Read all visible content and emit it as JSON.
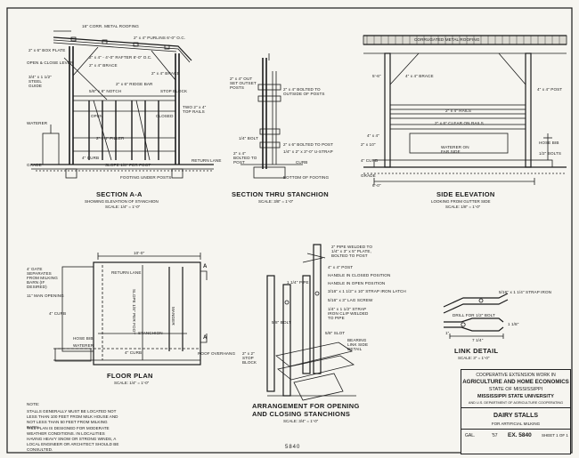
{
  "section_a": {
    "title": "SECTION A-A",
    "subtitle": "SHOWING ELEVATION OF STANCHION",
    "scale": "SCALE: 1/4\" = 1'-0\"",
    "labels": {
      "roofing": "16\" CORR. METAL ROOFING",
      "box_plate": "2\" x 6\" BOX PLATE",
      "purlins": "2\" x 4\" PURLINS  6'-0\" O.C.",
      "rafter": "2\" x 4\" - 4'-0\" RAFTER 8'-0\" O.C.",
      "brace": "2\" x 4\" BRACE",
      "brace2": "2\" x 4\" BRACE",
      "open_close": "OPEN & CLOSE LEVER",
      "steel_guide": "3/4\" x 1 1/2\" STEEL GUIDE",
      "ridge": "2\" x 6\" RIDGE BAR",
      "notch": "5/8\" x 8\" NOTCH",
      "stop_block": "STOP BLOCK",
      "top_rails": "TWO 2\" x 4\" TOP RAILS",
      "open": "OPEN",
      "closed": "CLOSED",
      "filler": "2\" x 4\" FILLER",
      "waterer": "WATERER",
      "curb": "4\" CURB",
      "slope": "SLOPE 1/8\" PER FOOT",
      "grade": "GRADE",
      "return_lane": "RETURN LANE",
      "footing": "FOOTING UNDER POSTS"
    }
  },
  "stanchion": {
    "title": "SECTION THRU STANCHION",
    "scale": "SCALE: 3/8\" = 1'-0\"",
    "labels": {
      "outset_posts": "2\" x 4\" OUT SET OUTSET POSTS",
      "bolted_outside": "2\" x 4\" BOLTED TO OUTSIDE OF POSTS",
      "bolt": "1/4\" BOLT",
      "bolted_post": "2\" x 6\" BOLTED TO POST",
      "strap": "1/4\" x 2\" x 3\"-0\" U-STRAP",
      "curb": "CURB",
      "bottom_footing": "BOTTOM OF FOOTING",
      "bolted_post2": "2\" x 4\" BOLTED TO POST"
    }
  },
  "side_elevation": {
    "title": "SIDE ELEVATION",
    "subtitle": "LOOKING FROM GUTTER SIDE",
    "scale": "SCALE: 1/8\" = 1'-0\"",
    "labels": {
      "roofing": "CORRUGATED METAL ROOFING",
      "brace": "4\" x 4\" BRACE",
      "post": "4\" x 4\" POST",
      "rails": "2\" x 4\" RAILS",
      "clear_rails": "2\" x 6\" CLEAR ON RAILS",
      "waterer": "WATERER ON FAR SIDE",
      "hose_bib": "HOSE BIB",
      "bolts": "1/2\" BOLTS",
      "curb": "4\" CURB",
      "grade": "GRADE",
      "post_top": "4\" x 4\"",
      "dim1": "5'-6\"",
      "dim2": "6'-0\"",
      "dim3": "2\" x 10\""
    }
  },
  "floor_plan": {
    "title": "FLOOR PLAN",
    "scale": "SCALE: 1/4\" = 1'-0\"",
    "labels": {
      "dim_top": "10'-0\"",
      "gate": "4' GATE SEPARATES FROM MILKING BARN (IF DESIRED)",
      "man_opening": "11\" MAN OPENING",
      "curb": "4\" CURB",
      "return_lane": "RETURN LANE",
      "manger": "MANGER",
      "stanchion": "STANCHION",
      "slope": "SLOPE 1/8\" PER FOOT",
      "hose_bib": "HOSE BIB",
      "waterer": "WATERER",
      "curb2": "4\" CURB",
      "roof_overhang": "ROOF OVERHANG",
      "a": "A",
      "a2": "A"
    }
  },
  "arrangement": {
    "title1": "ARRANGEMENT FOR OPENING",
    "title2": "AND CLOSING STANCHIONS",
    "scale": "SCALE: 3/4\" = 1'-0\"",
    "labels": {
      "pipe": "2\" PIPE WELDED TO 1/4\" x 3\" x 5\" PLATE, BOLTED TO POST",
      "post": "4\" x 4\" POST",
      "handle_closed": "HANDLE IN CLOSED POSITION",
      "handle_open": "HANDLE IN OPEN POSITION",
      "iron_latch": "3/16\" x 1 1/2\" x 10\" STRAP IRON LATCH",
      "lag_screw": "5/16\" x 3\" LAG SCREW",
      "clip": "1/4\" x 1 1/2\" STRAP IRON CLIP WELDED TO PIPE",
      "pipe_small": "1 1/4\" PIPE",
      "slot": "5/8\" SLOT",
      "stop_block": "2\" x 2\" STOP BLOCK",
      "bolt": "5/8\" BOLT",
      "bearing": "BEARING LINK SIDE DETAIL"
    }
  },
  "link": {
    "title": "LINK DETAIL",
    "scale": "SCALE: 3\" = 1'-0\"",
    "labels": {
      "strap": "5/16\" x 1 1/4\" STRAP IRON",
      "drill": "DRILL FOR 1/2\" BOLT",
      "d1": "1\"",
      "d2": "7 1/4\"",
      "d3": "1 1/8\""
    }
  },
  "note": {
    "heading": "NOTE:",
    "p1": "STALLS GENERALLY MUST BE LOCATED NOT LESS THAN 100 FEET FROM MILK HOUSE AND NOT LESS THAN 50 FEET FROM MILKING BARN.",
    "p2": "THIS PLAN IS DESIGNED FOR MODERATE WEATHER CONDITIONS. IN LOCALITIES HAVING HEAVY SNOW OR STRONG WINDS, A LOCAL ENGINEER OR ARCHITECT SHOULD BE CONSULTED."
  },
  "title_block": {
    "line1": "COOPERATIVE EXTENSION WORK IN",
    "line2": "AGRICULTURE AND HOME ECONOMICS",
    "line3": "STATE OF MISSISSIPPI",
    "line4": "MISSISSIPPI STATE UNIVERSITY",
    "line5": "AND U.S. DEPARTMENT OF AGRICULTURE COOPERATING",
    "title": "DAIRY STALLS",
    "subtitle": "FOR ARTIFICIAL MILKING",
    "ex": "EX. 5840",
    "sheet": "SHEET 1 OF 1",
    "gal": "GAL.",
    "year": "'57"
  },
  "footer_number": "5840"
}
